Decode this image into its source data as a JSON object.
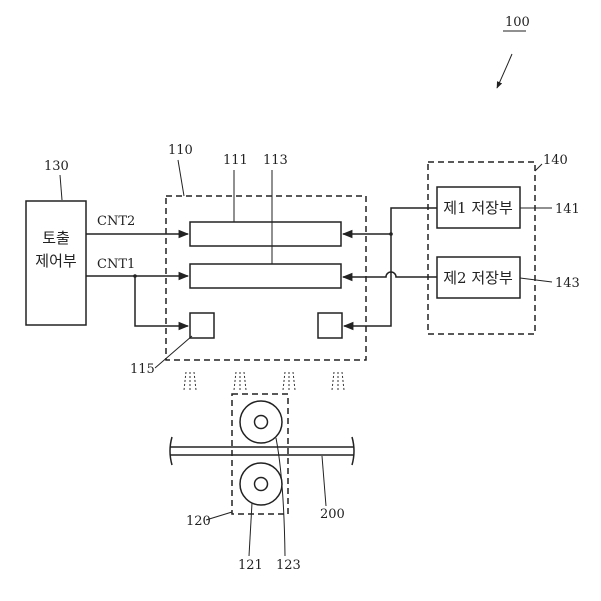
{
  "labels": {
    "device": "100",
    "controller": "130",
    "head": "110",
    "nozzle_a": "111",
    "nozzle_b": "113",
    "storage_group": "140",
    "storage1": "141",
    "storage2": "143",
    "dispense_unit": "115",
    "roller_unit": "120",
    "roller_a": "121",
    "roller_b": "123",
    "substrate": "200"
  },
  "controller_text": {
    "line1": "토출",
    "line2": "제어부"
  },
  "signals": {
    "cnt2": "CNT2",
    "cnt1": "CNT1"
  },
  "storage_text": {
    "first": "제1 저장부",
    "second": "제2 저장부"
  }
}
